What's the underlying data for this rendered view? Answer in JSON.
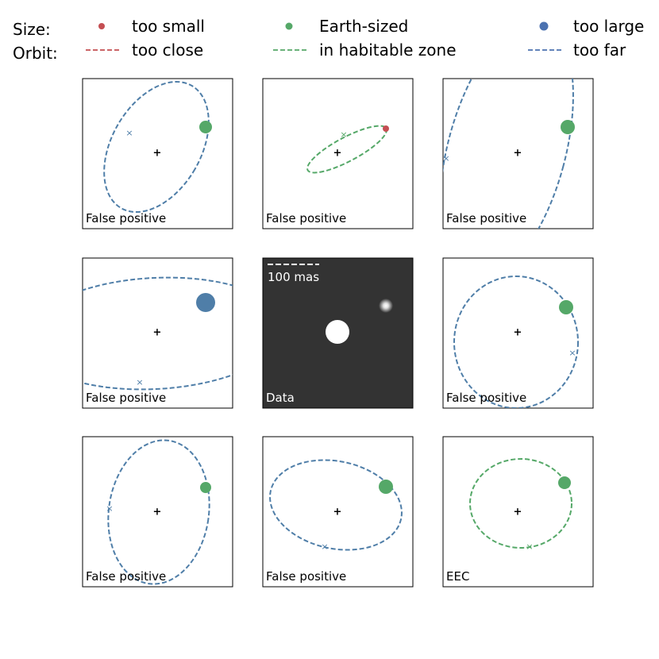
{
  "legend": {
    "size_header": "Size:",
    "orbit_header": "Orbit:",
    "sizes": [
      {
        "label": "too small",
        "color": "#c44e52"
      },
      {
        "label": "Earth-sized",
        "color": "#55a868"
      },
      {
        "label": "too large",
        "color": "#4c72b0"
      }
    ],
    "orbits": [
      {
        "label": "too close",
        "color": "#c44e52"
      },
      {
        "label": "in habitable zone",
        "color": "#55a868"
      },
      {
        "label": "too far",
        "color": "#4c72b0"
      }
    ]
  },
  "colors": {
    "too_small": "#c44e52",
    "earth_sized": "#55a868",
    "too_large": "#4c72b0",
    "habitable": "#55a868",
    "too_far": "#4c72b0",
    "data_bg": "#333333"
  },
  "panels": [
    {
      "label": "False positive",
      "planet_size": "Earth-sized",
      "orbit": "too far",
      "type": "orbit"
    },
    {
      "label": "False positive",
      "planet_size": "too small",
      "orbit": "in habitable zone",
      "type": "orbit"
    },
    {
      "label": "False positive",
      "planet_size": "Earth-sized",
      "orbit": "too far",
      "type": "orbit"
    },
    {
      "label": "False positive",
      "planet_size": "too large",
      "orbit": "too far",
      "type": "orbit"
    },
    {
      "label": "Data",
      "scale_label": "100 mas",
      "type": "data"
    },
    {
      "label": "False positive",
      "planet_size": "Earth-sized",
      "orbit": "too far",
      "type": "orbit"
    },
    {
      "label": "False positive",
      "planet_size": "Earth-sized",
      "orbit": "too far",
      "type": "orbit"
    },
    {
      "label": "False positive",
      "planet_size": "Earth-sized",
      "orbit": "too far",
      "type": "orbit"
    },
    {
      "label": "EEC",
      "planet_size": "Earth-sized",
      "orbit": "in habitable zone",
      "type": "orbit"
    }
  ]
}
